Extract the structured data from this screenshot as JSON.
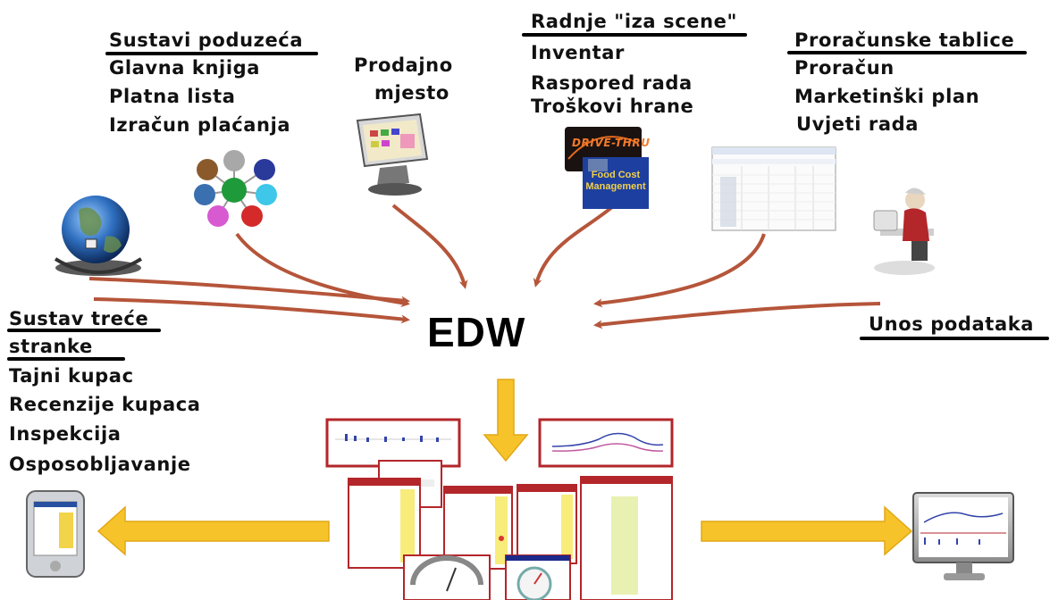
{
  "center": {
    "label": "EDW"
  },
  "groups": {
    "company_systems": {
      "heading": "Sustavi poduzeća",
      "items": [
        "Glavna knjiga",
        "Platna lista",
        "Izračun plaćanja"
      ]
    },
    "pos": {
      "heading": "Prodajno",
      "heading2": "mjesto"
    },
    "behind_scenes": {
      "heading": "Radnje \"iza scene\"",
      "items": [
        "Inventar",
        "Raspored rada",
        "Troškovi hrane"
      ]
    },
    "spreadsheets": {
      "heading": "Proračunske tablice",
      "items": [
        "Proračun",
        "Marketinški plan",
        "Uvjeti rada"
      ]
    },
    "third_party": {
      "heading1": "Sustav treće",
      "heading2": "stranke",
      "items": [
        "Tajni kupac",
        "Recenzije kupaca",
        "Inspekcija",
        "Osposobljavanje"
      ]
    },
    "data_entry": {
      "heading": "Unos podataka"
    }
  },
  "image_text": {
    "drive_thru": "DRIVE-THRU",
    "food_cost": "Food Cost Management"
  },
  "colors": {
    "curve_arrow": "#b5553a",
    "yellow_arrow": "#f6c42a",
    "yellow_arrow_edge": "#e2a716",
    "report_red": "#b3262a"
  },
  "icons": [
    "globe-icon",
    "mind-map-icon",
    "pos-terminal-icon",
    "spreadsheet-icon",
    "person-at-computer-icon",
    "pda-icon",
    "monitor-icon"
  ]
}
